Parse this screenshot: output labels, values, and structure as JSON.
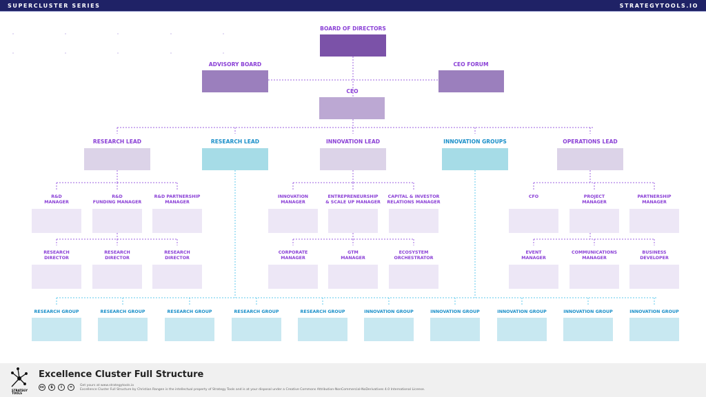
{
  "header": {
    "series": "SUPERCLUSTER SERIES",
    "site": "STRATEGYTOOLS.IO"
  },
  "colors": {
    "header_bg": "#1f2266",
    "purple_text": "#8a3fd6",
    "blue_text": "#1a8fc9",
    "board": "#7b52a8",
    "advisory": "#9b7fbd",
    "ceo": "#bca8d3",
    "lead": "#dcd3e8",
    "sub": "#ede7f6",
    "cyan_lead": "#a6dce7",
    "group": "#c8e8f1"
  },
  "top": {
    "board": "BOARD OF DIRECTORS",
    "advisory": "ADVISORY BOARD",
    "ceo_forum": "CEO FORUM",
    "ceo": "CEO"
  },
  "leads": [
    "RESEARCH LEAD",
    "RESEARCH LEAD",
    "INNOVATION LEAD",
    "INNOVATION GROUPS",
    "OPERATIONS LEAD"
  ],
  "research": {
    "row1": [
      "R&D\nMANAGER",
      "R&D\nFUNDING MANAGER",
      "R&D PARTNERSHIP\nMANAGER"
    ],
    "row2": [
      "RESEARCH\nDIRECTOR",
      "RESEARCH\nDIRECTOR",
      "RESEARCH\nDIRECTOR"
    ]
  },
  "innovation": {
    "row1": [
      "INNOVATION\nMANAGER",
      "ENTREPRENEURSHIP\n& SCALE UP MANAGER",
      "CAPITAL & INVESTOR\nRELATIONS MANAGER"
    ],
    "row2": [
      "CORPORATE\nMANAGER",
      "GTM\nMANAGER",
      "ECOSYSTEM\nORCHESTRATOR"
    ]
  },
  "operations": {
    "row1": [
      "CFO",
      "PROJECT\nMANAGER",
      "PARTNERSHIP\nMANAGER"
    ],
    "row2": [
      "EVENT\nMANAGER",
      "COMMUNICATIONS\nMANAGER",
      "BUSINESS\nDEVELOPER"
    ]
  },
  "groups": [
    "RESEARCH GROUP",
    "RESEARCH GROUP",
    "RESEARCH GROUP",
    "RESEARCH GROUP",
    "RESEARCH GROUP",
    "INNOVATION GROUP",
    "INNOVATION GROUP",
    "INNOVATION GROUP",
    "INNOVATION GROUP",
    "INNOVATION GROUP"
  ],
  "footer": {
    "title": "Excellence Cluster Full Structure",
    "get": "Get yours at www.strategytools.io",
    "license": "Excellence Cluster Full Structure by Christian Rangen is the intellectual property of Strategy Tools and is at your disposal under a Creative Commons Attribution-NonCommercial-NoDerivatives 4.0 International License.",
    "logo_text": "STRATEGY TOOLS",
    "cc_icons": [
      "cc",
      "nc",
      "by",
      "nd"
    ]
  }
}
